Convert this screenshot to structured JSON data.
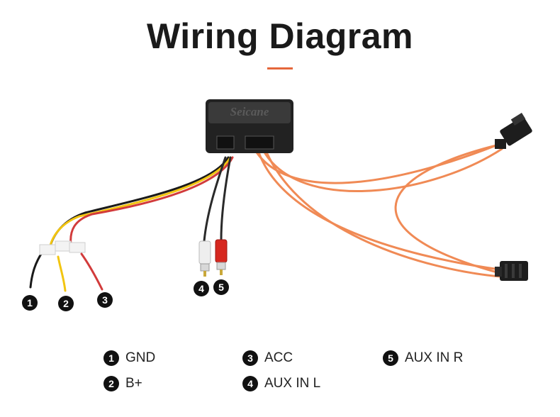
{
  "title": "Wiring Diagram",
  "device_brand": "Seicane",
  "accent_color": "#e5673b",
  "wire_colors": {
    "gnd": "#1a1a1a",
    "b_plus": "#f2c511",
    "acc": "#d23b3b",
    "fiber": "#f08a55",
    "rca_left": "#eeeeee",
    "rca_right": "#d6271f"
  },
  "markers": [
    {
      "number": "1"
    },
    {
      "number": "2"
    },
    {
      "number": "3"
    },
    {
      "number": "4"
    },
    {
      "number": "5"
    }
  ],
  "legend": [
    {
      "number": "1",
      "label": "GND"
    },
    {
      "number": "2",
      "label": "B+"
    },
    {
      "number": "3",
      "label": "ACC"
    },
    {
      "number": "4",
      "label": "AUX IN L"
    },
    {
      "number": "5",
      "label": "AUX IN R"
    }
  ]
}
